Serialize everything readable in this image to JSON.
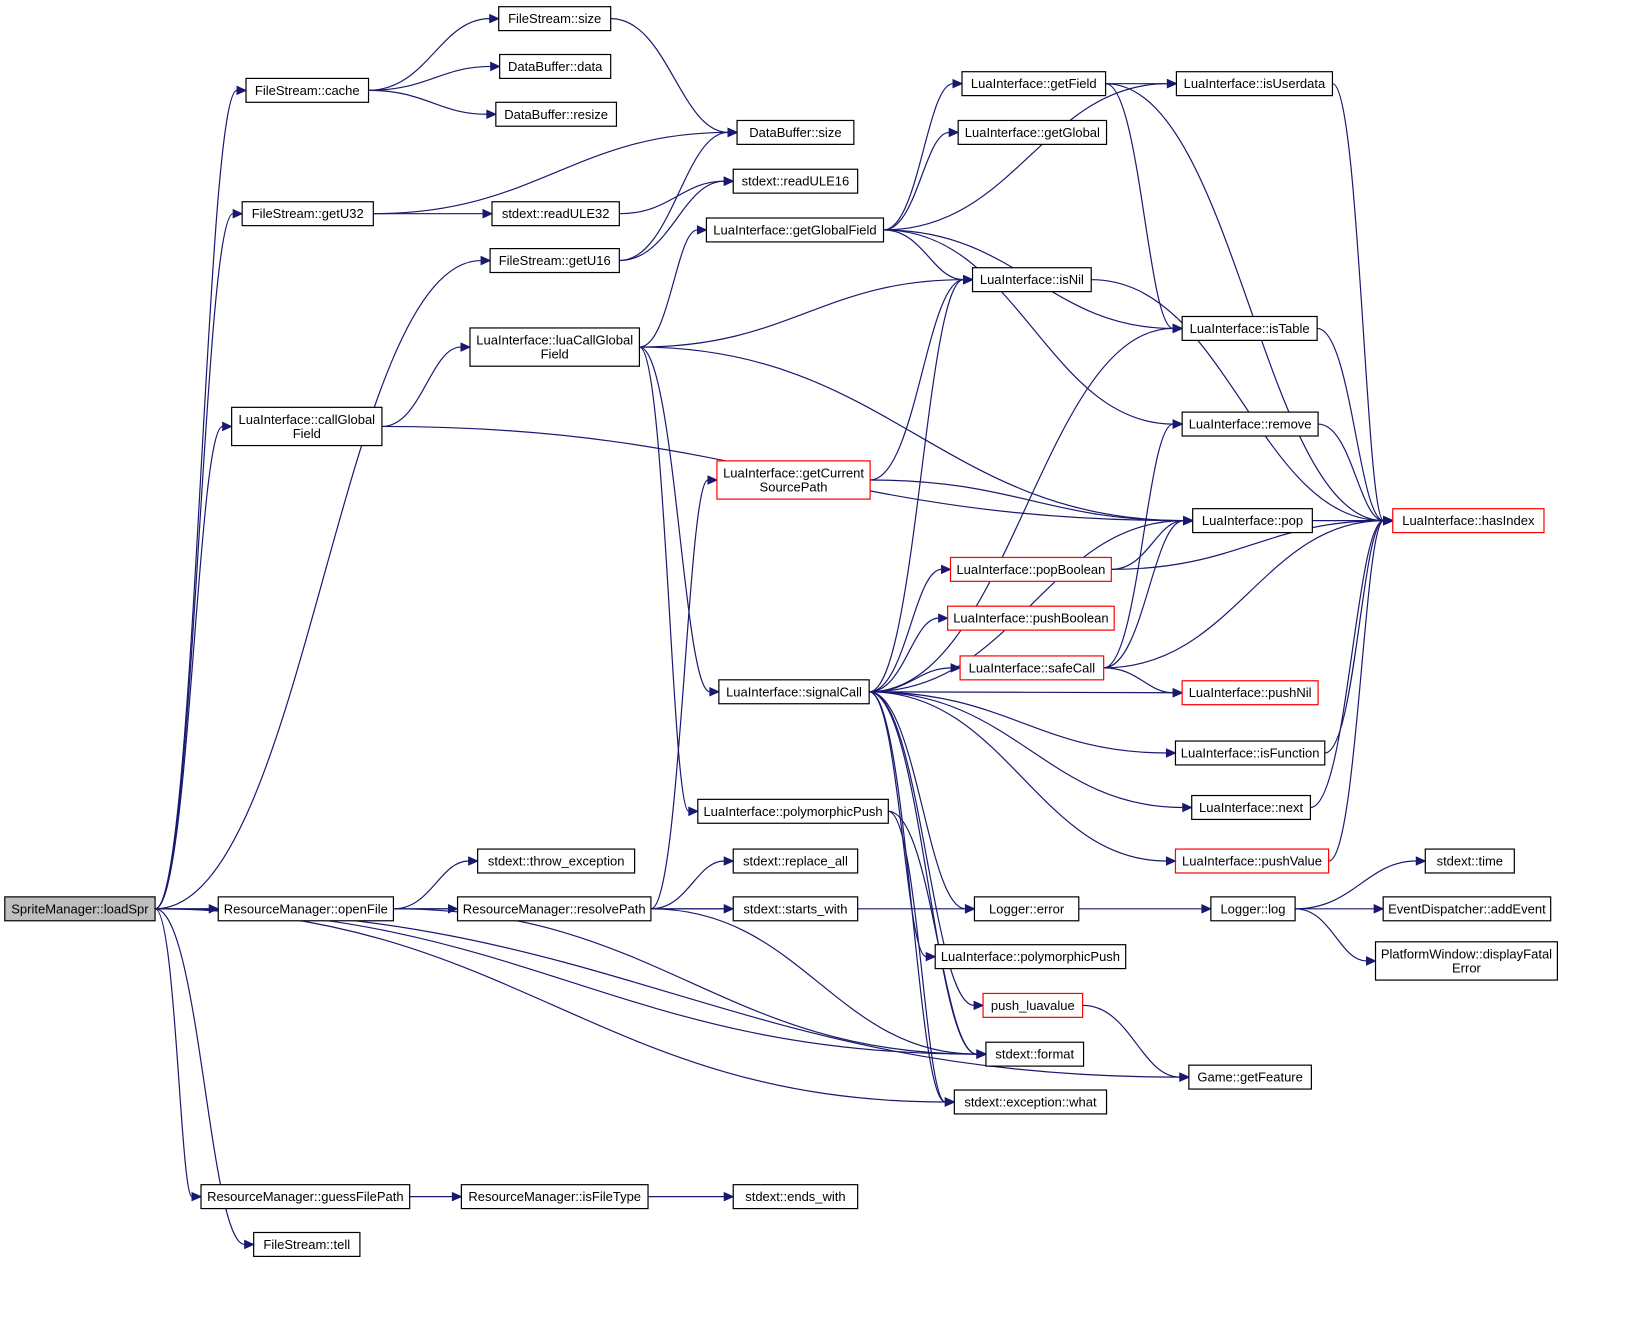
{
  "colors": {
    "edge": "#191970",
    "node_border": "#000000",
    "node_border_truncated": "#ff0000",
    "root_fill": "#bfbfbf",
    "background": "#ffffff"
  },
  "nodes": [
    {
      "id": "loadSpr",
      "lines": [
        "SpriteManager::loadSpr"
      ],
      "style": "root"
    },
    {
      "id": "fsCache",
      "lines": [
        "FileStream::cache"
      ]
    },
    {
      "id": "fsSize",
      "lines": [
        "FileStream::size"
      ]
    },
    {
      "id": "dbData",
      "lines": [
        "DataBuffer::data"
      ]
    },
    {
      "id": "dbResize",
      "lines": [
        "DataBuffer::resize"
      ]
    },
    {
      "id": "dbSize",
      "lines": [
        "DataBuffer::size"
      ]
    },
    {
      "id": "fsGetU32",
      "lines": [
        "FileStream::getU32"
      ]
    },
    {
      "id": "readULE32",
      "lines": [
        "stdext::readULE32"
      ]
    },
    {
      "id": "readULE16",
      "lines": [
        "stdext::readULE16"
      ]
    },
    {
      "id": "fsGetU16",
      "lines": [
        "FileStream::getU16"
      ]
    },
    {
      "id": "luaCallGlobalField",
      "lines": [
        "LuaInterface::luaCallGlobal",
        "Field"
      ]
    },
    {
      "id": "callGlobalField",
      "lines": [
        "LuaInterface::callGlobal",
        "Field"
      ]
    },
    {
      "id": "getField",
      "lines": [
        "LuaInterface::getField"
      ]
    },
    {
      "id": "getGlobal",
      "lines": [
        "LuaInterface::getGlobal"
      ]
    },
    {
      "id": "getGlobalField",
      "lines": [
        "LuaInterface::getGlobalField"
      ]
    },
    {
      "id": "isNil",
      "lines": [
        "LuaInterface::isNil"
      ]
    },
    {
      "id": "isUserdata",
      "lines": [
        "LuaInterface::isUserdata"
      ]
    },
    {
      "id": "isTable",
      "lines": [
        "LuaInterface::isTable"
      ]
    },
    {
      "id": "remove",
      "lines": [
        "LuaInterface::remove"
      ]
    },
    {
      "id": "pop",
      "lines": [
        "LuaInterface::pop"
      ]
    },
    {
      "id": "hasIndex",
      "lines": [
        "LuaInterface::hasIndex"
      ],
      "style": "red"
    },
    {
      "id": "getCurrentSourcePath",
      "lines": [
        "LuaInterface::getCurrent",
        "SourcePath"
      ],
      "style": "red"
    },
    {
      "id": "popBoolean",
      "lines": [
        "LuaInterface::popBoolean"
      ],
      "style": "red"
    },
    {
      "id": "pushBoolean",
      "lines": [
        "LuaInterface::pushBoolean"
      ],
      "style": "red"
    },
    {
      "id": "safeCall",
      "lines": [
        "LuaInterface::safeCall"
      ],
      "style": "red"
    },
    {
      "id": "pushNil",
      "lines": [
        "LuaInterface::pushNil"
      ],
      "style": "red"
    },
    {
      "id": "signalCall",
      "lines": [
        "LuaInterface::signalCall"
      ]
    },
    {
      "id": "isFunction",
      "lines": [
        "LuaInterface::isFunction"
      ]
    },
    {
      "id": "next",
      "lines": [
        "LuaInterface::next"
      ]
    },
    {
      "id": "polyPushA",
      "lines": [
        "LuaInterface::polymorphicPush"
      ]
    },
    {
      "id": "pushValue",
      "lines": [
        "LuaInterface::pushValue"
      ],
      "style": "red"
    },
    {
      "id": "throwException",
      "lines": [
        "stdext::throw_exception"
      ]
    },
    {
      "id": "replaceAll",
      "lines": [
        "stdext::replace_all"
      ]
    },
    {
      "id": "openFile",
      "lines": [
        "ResourceManager::openFile"
      ]
    },
    {
      "id": "resolvePath",
      "lines": [
        "ResourceManager::resolvePath"
      ]
    },
    {
      "id": "startsWith",
      "lines": [
        "stdext::starts_with"
      ]
    },
    {
      "id": "loggerError",
      "lines": [
        "Logger::error"
      ]
    },
    {
      "id": "loggerLog",
      "lines": [
        "Logger::log"
      ]
    },
    {
      "id": "stdTime",
      "lines": [
        "stdext::time"
      ]
    },
    {
      "id": "addEvent",
      "lines": [
        "EventDispatcher::addEvent"
      ]
    },
    {
      "id": "displayFatalError",
      "lines": [
        "PlatformWindow::displayFatal",
        "Error"
      ]
    },
    {
      "id": "polyPushB",
      "lines": [
        "LuaInterface::polymorphicPush"
      ]
    },
    {
      "id": "pushLuavalue",
      "lines": [
        "push_luavalue"
      ],
      "style": "red"
    },
    {
      "id": "stdFormat",
      "lines": [
        "stdext::format"
      ]
    },
    {
      "id": "getFeature",
      "lines": [
        "Game::getFeature"
      ]
    },
    {
      "id": "exceptionWhat",
      "lines": [
        "stdext::exception::what"
      ]
    },
    {
      "id": "guessFilePath",
      "lines": [
        "ResourceManager::guessFilePath"
      ]
    },
    {
      "id": "isFileType",
      "lines": [
        "ResourceManager::isFileType"
      ]
    },
    {
      "id": "endsWith",
      "lines": [
        "stdext::ends_with"
      ]
    },
    {
      "id": "fsTell",
      "lines": [
        "FileStream::tell"
      ]
    }
  ],
  "edges": [
    [
      "loadSpr",
      "fsCache"
    ],
    [
      "loadSpr",
      "fsGetU32"
    ],
    [
      "loadSpr",
      "fsGetU16"
    ],
    [
      "loadSpr",
      "callGlobalField"
    ],
    [
      "loadSpr",
      "loggerError"
    ],
    [
      "loadSpr",
      "openFile"
    ],
    [
      "loadSpr",
      "stdFormat"
    ],
    [
      "loadSpr",
      "exceptionWhat"
    ],
    [
      "loadSpr",
      "getFeature"
    ],
    [
      "loadSpr",
      "guessFilePath"
    ],
    [
      "loadSpr",
      "fsTell"
    ],
    [
      "fsCache",
      "fsSize"
    ],
    [
      "fsCache",
      "dbData"
    ],
    [
      "fsCache",
      "dbResize"
    ],
    [
      "fsSize",
      "dbSize"
    ],
    [
      "fsGetU32",
      "dbSize"
    ],
    [
      "fsGetU32",
      "readULE32"
    ],
    [
      "readULE32",
      "readULE16"
    ],
    [
      "fsGetU16",
      "dbSize"
    ],
    [
      "fsGetU16",
      "readULE16"
    ],
    [
      "callGlobalField",
      "luaCallGlobalField"
    ],
    [
      "callGlobalField",
      "pop"
    ],
    [
      "luaCallGlobalField",
      "getGlobalField"
    ],
    [
      "luaCallGlobalField",
      "isNil"
    ],
    [
      "luaCallGlobalField",
      "pop"
    ],
    [
      "luaCallGlobalField",
      "signalCall"
    ],
    [
      "luaCallGlobalField",
      "polyPushA"
    ],
    [
      "getGlobalField",
      "getField"
    ],
    [
      "getGlobalField",
      "getGlobal"
    ],
    [
      "getGlobalField",
      "isUserdata"
    ],
    [
      "getGlobalField",
      "isNil"
    ],
    [
      "getGlobalField",
      "isTable"
    ],
    [
      "getGlobalField",
      "remove"
    ],
    [
      "getField",
      "isUserdata"
    ],
    [
      "getField",
      "isTable"
    ],
    [
      "getField",
      "hasIndex"
    ],
    [
      "isUserdata",
      "hasIndex"
    ],
    [
      "isNil",
      "hasIndex"
    ],
    [
      "isTable",
      "hasIndex"
    ],
    [
      "remove",
      "hasIndex"
    ],
    [
      "pop",
      "hasIndex"
    ],
    [
      "popBoolean",
      "pop"
    ],
    [
      "popBoolean",
      "hasIndex"
    ],
    [
      "safeCall",
      "remove"
    ],
    [
      "safeCall",
      "pop"
    ],
    [
      "safeCall",
      "hasIndex"
    ],
    [
      "safeCall",
      "pushNil"
    ],
    [
      "isFunction",
      "hasIndex"
    ],
    [
      "next",
      "hasIndex"
    ],
    [
      "pushValue",
      "hasIndex"
    ],
    [
      "getCurrentSourcePath",
      "isNil"
    ],
    [
      "getCurrentSourcePath",
      "pop"
    ],
    [
      "signalCall",
      "isNil"
    ],
    [
      "signalCall",
      "isTable"
    ],
    [
      "signalCall",
      "pop"
    ],
    [
      "signalCall",
      "popBoolean"
    ],
    [
      "signalCall",
      "pushBoolean"
    ],
    [
      "signalCall",
      "safeCall"
    ],
    [
      "signalCall",
      "pushNil"
    ],
    [
      "signalCall",
      "isFunction"
    ],
    [
      "signalCall",
      "next"
    ],
    [
      "signalCall",
      "pushValue"
    ],
    [
      "signalCall",
      "loggerError"
    ],
    [
      "signalCall",
      "polyPushB"
    ],
    [
      "signalCall",
      "pushLuavalue"
    ],
    [
      "signalCall",
      "stdFormat"
    ],
    [
      "signalCall",
      "exceptionWhat"
    ],
    [
      "polyPushA",
      "stdFormat"
    ],
    [
      "polyPushA",
      "exceptionWhat"
    ],
    [
      "openFile",
      "throwException"
    ],
    [
      "openFile",
      "resolvePath"
    ],
    [
      "openFile",
      "stdFormat"
    ],
    [
      "resolvePath",
      "getCurrentSourcePath"
    ],
    [
      "resolvePath",
      "replaceAll"
    ],
    [
      "resolvePath",
      "startsWith"
    ],
    [
      "resolvePath",
      "stdFormat"
    ],
    [
      "loggerError",
      "loggerLog"
    ],
    [
      "loggerLog",
      "stdTime"
    ],
    [
      "loggerLog",
      "addEvent"
    ],
    [
      "loggerLog",
      "displayFatalError"
    ],
    [
      "pushLuavalue",
      "getFeature"
    ],
    [
      "guessFilePath",
      "isFileType"
    ],
    [
      "isFileType",
      "endsWith"
    ]
  ]
}
